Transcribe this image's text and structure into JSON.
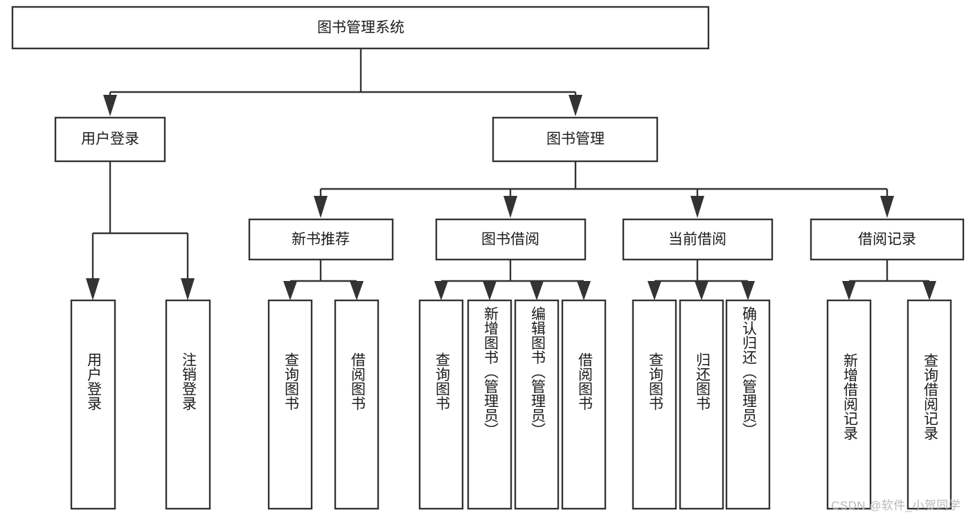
{
  "diagram": {
    "type": "tree-hierarchy",
    "title": "图书管理系统",
    "watermark": "CSDN @软件_小贺同学",
    "colors": {
      "stroke": "#333333",
      "fill": "#ffffff",
      "text": "#1b1b1b",
      "watermark": "#b8b8b8"
    },
    "root": {
      "label": "图书管理系统",
      "orientation": "horizontal"
    },
    "level2": [
      {
        "label": "用户登录",
        "orientation": "horizontal"
      },
      {
        "label": "图书管理",
        "orientation": "horizontal"
      }
    ],
    "level3": [
      {
        "label": "新书推荐",
        "orientation": "horizontal",
        "parent": "图书管理"
      },
      {
        "label": "图书借阅",
        "orientation": "horizontal",
        "parent": "图书管理"
      },
      {
        "label": "当前借阅",
        "orientation": "horizontal",
        "parent": "图书管理"
      },
      {
        "label": "借阅记录",
        "orientation": "horizontal",
        "parent": "图书管理"
      }
    ],
    "leaves": {
      "用户登录": [
        {
          "label": "用户登录",
          "orientation": "vertical"
        },
        {
          "label": "注销登录",
          "orientation": "vertical"
        }
      ],
      "新书推荐": [
        {
          "label": "查询图书",
          "orientation": "vertical"
        },
        {
          "label": "借阅图书",
          "orientation": "vertical"
        }
      ],
      "图书借阅": [
        {
          "label": "查询图书",
          "orientation": "vertical"
        },
        {
          "label": "新增图书（管理员）",
          "orientation": "vertical"
        },
        {
          "label": "编辑图书（管理员）",
          "orientation": "vertical"
        },
        {
          "label": "借阅图书",
          "orientation": "vertical"
        }
      ],
      "当前借阅": [
        {
          "label": "查询图书",
          "orientation": "vertical"
        },
        {
          "label": "归还图书",
          "orientation": "vertical"
        },
        {
          "label": "确认归还（管理员）",
          "orientation": "vertical"
        }
      ],
      "借阅记录": [
        {
          "label": "新增借阅记录",
          "orientation": "vertical"
        },
        {
          "label": "查询借阅记录",
          "orientation": "vertical"
        }
      ]
    }
  }
}
